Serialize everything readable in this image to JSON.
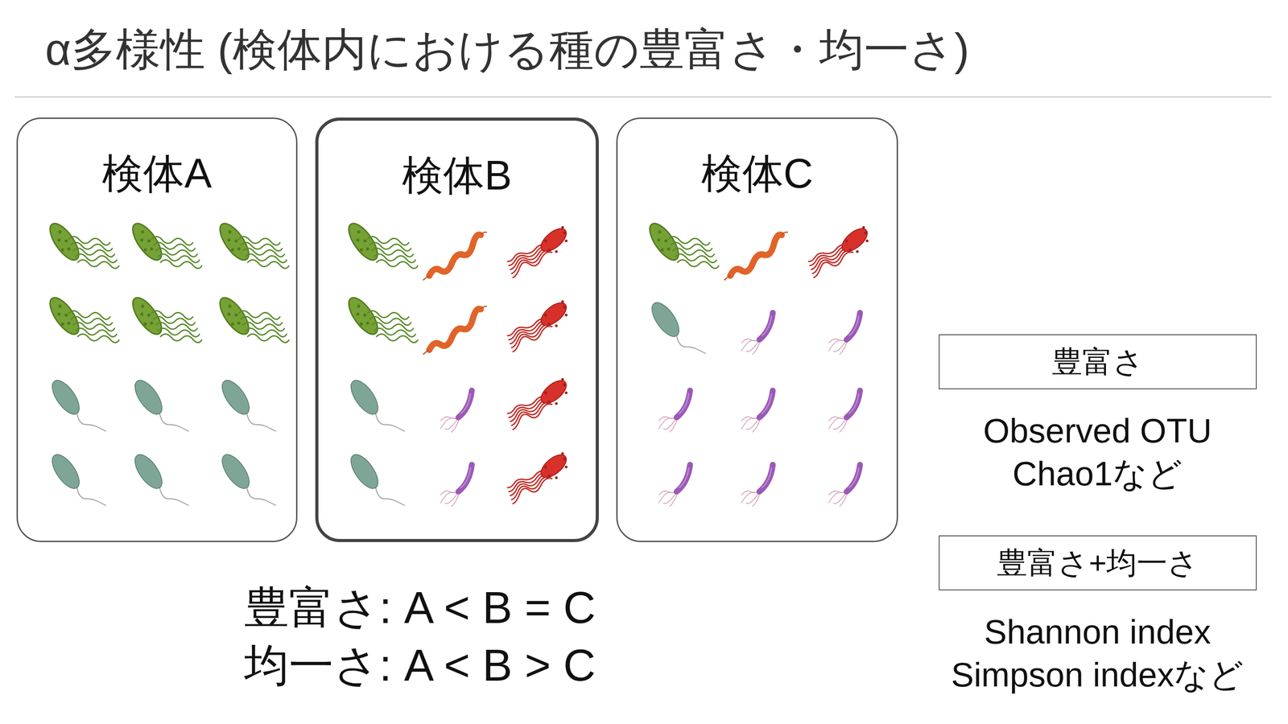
{
  "diagram": {
    "title": "α多様性 (検体内における種の豊富さ・均一さ)",
    "nodes": [
      {
        "text": [
          "検体A"
        ]
      },
      {
        "text": [
          "検体B"
        ]
      },
      {
        "text": [
          "検体C"
        ]
      },
      {
        "text": [
          "豊富さ"
        ]
      },
      {
        "text": [
          "豊富さ+均一さ"
        ]
      }
    ],
    "labels": [
      "豊富さ: A < B = C",
      "均一さ: A < B > C",
      "Observed OTU",
      "Chao1など",
      "Shannon index",
      "Simpson indexなど"
    ]
  }
}
